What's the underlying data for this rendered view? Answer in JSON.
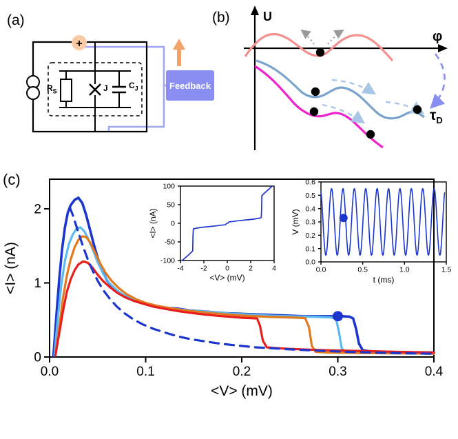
{
  "figure": {
    "background": "#ffffff"
  },
  "panel_a": {
    "label": "(a)",
    "plus": "+",
    "resistor": "R",
    "resistor_sub": "S",
    "junction": "J",
    "capacitor": "C",
    "capacitor_sub": "J",
    "feedback": "Feedback"
  },
  "panel_b": {
    "label": "(b)",
    "u_axis": "U",
    "phi_axis": "φ",
    "tau": "τ",
    "tau_sub": "D"
  },
  "panel_c": {
    "label": "(c)"
  },
  "colors": {
    "main_blue": "#1c35cc",
    "light_blue": "#5cb8f0",
    "orange": "#e2791e",
    "red": "#e81d1d",
    "pink_curve": "#f4908e",
    "steel_blue_curve": "#7aa3cc",
    "magenta_curve": "#ee22cc",
    "periwinkle": "#8a8ef2",
    "feedback_arrow_orange": "#f2a36b",
    "node_fill": "#f8c9a2",
    "dashed_guide_blue": "#a9c6e6",
    "grey_arrow": "#9a9a9a"
  },
  "chart_data": [
    {
      "id": "main",
      "type": "line",
      "title": "",
      "xlabel": "<V> (mV)",
      "ylabel": "<I> (nA)",
      "xlim": [
        0,
        0.4
      ],
      "ylim": [
        0,
        2.4
      ],
      "xticks": [
        0,
        0.1,
        0.2,
        0.3,
        0.4
      ],
      "xtick_labels": [
        "0.0",
        "0.1",
        "0.2",
        "0.3",
        "0.4"
      ],
      "yticks": [
        0,
        1,
        2
      ],
      "ytick_labels": [
        "0",
        "1",
        "2"
      ],
      "grid": false,
      "series": [
        {
          "name": "blue-solid",
          "color": "#1c35cc",
          "width": 3.6,
          "dash": "",
          "points": [
            [
              0.004,
              0.02
            ],
            [
              0.007,
              0.55
            ],
            [
              0.01,
              1.05
            ],
            [
              0.013,
              1.45
            ],
            [
              0.016,
              1.75
            ],
            [
              0.019,
              1.95
            ],
            [
              0.022,
              2.05
            ],
            [
              0.026,
              2.12
            ],
            [
              0.03,
              2.15
            ],
            [
              0.034,
              2.08
            ],
            [
              0.038,
              1.92
            ],
            [
              0.042,
              1.72
            ],
            [
              0.046,
              1.52
            ],
            [
              0.05,
              1.34
            ],
            [
              0.055,
              1.16
            ],
            [
              0.06,
              1.03
            ],
            [
              0.066,
              0.93
            ],
            [
              0.072,
              0.86
            ],
            [
              0.08,
              0.8
            ],
            [
              0.088,
              0.76
            ],
            [
              0.096,
              0.73
            ],
            [
              0.105,
              0.7
            ],
            [
              0.115,
              0.68
            ],
            [
              0.125,
              0.66
            ],
            [
              0.135,
              0.65
            ],
            [
              0.145,
              0.63
            ],
            [
              0.155,
              0.62
            ],
            [
              0.165,
              0.61
            ],
            [
              0.175,
              0.6
            ],
            [
              0.185,
              0.59
            ],
            [
              0.195,
              0.585
            ],
            [
              0.205,
              0.58
            ],
            [
              0.215,
              0.575
            ],
            [
              0.225,
              0.57
            ],
            [
              0.235,
              0.565
            ],
            [
              0.245,
              0.56
            ],
            [
              0.255,
              0.555
            ],
            [
              0.265,
              0.55
            ],
            [
              0.275,
              0.55
            ],
            [
              0.285,
              0.55
            ],
            [
              0.295,
              0.55
            ],
            [
              0.305,
              0.55
            ],
            [
              0.312,
              0.545
            ],
            [
              0.316,
              0.52
            ],
            [
              0.319,
              0.38
            ],
            [
              0.322,
              0.18
            ],
            [
              0.326,
              0.09
            ],
            [
              0.335,
              0.075
            ],
            [
              0.35,
              0.07
            ],
            [
              0.37,
              0.065
            ],
            [
              0.4,
              0.06
            ]
          ]
        },
        {
          "name": "light-blue-solid",
          "color": "#5cb8f0",
          "width": 3.2,
          "dash": "",
          "points": [
            [
              0.005,
              0.02
            ],
            [
              0.008,
              0.45
            ],
            [
              0.012,
              0.95
            ],
            [
              0.016,
              1.3
            ],
            [
              0.02,
              1.52
            ],
            [
              0.024,
              1.65
            ],
            [
              0.028,
              1.73
            ],
            [
              0.032,
              1.75
            ],
            [
              0.036,
              1.7
            ],
            [
              0.04,
              1.6
            ],
            [
              0.045,
              1.45
            ],
            [
              0.05,
              1.28
            ],
            [
              0.056,
              1.12
            ],
            [
              0.062,
              1.0
            ],
            [
              0.07,
              0.9
            ],
            [
              0.078,
              0.83
            ],
            [
              0.086,
              0.78
            ],
            [
              0.095,
              0.74
            ],
            [
              0.105,
              0.71
            ],
            [
              0.115,
              0.68
            ],
            [
              0.13,
              0.65
            ],
            [
              0.145,
              0.63
            ],
            [
              0.16,
              0.615
            ],
            [
              0.175,
              0.6
            ],
            [
              0.19,
              0.585
            ],
            [
              0.205,
              0.575
            ],
            [
              0.22,
              0.565
            ],
            [
              0.235,
              0.555
            ],
            [
              0.25,
              0.55
            ],
            [
              0.265,
              0.545
            ],
            [
              0.28,
              0.54
            ],
            [
              0.292,
              0.535
            ],
            [
              0.298,
              0.52
            ],
            [
              0.301,
              0.35
            ],
            [
              0.304,
              0.12
            ],
            [
              0.308,
              0.06
            ],
            [
              0.32,
              0.055
            ],
            [
              0.35,
              0.05
            ],
            [
              0.4,
              0.045
            ]
          ]
        },
        {
          "name": "orange-solid",
          "color": "#e2791e",
          "width": 3.2,
          "dash": "",
          "points": [
            [
              0.006,
              0.02
            ],
            [
              0.01,
              0.4
            ],
            [
              0.014,
              0.8
            ],
            [
              0.018,
              1.1
            ],
            [
              0.022,
              1.32
            ],
            [
              0.026,
              1.48
            ],
            [
              0.03,
              1.58
            ],
            [
              0.034,
              1.63
            ],
            [
              0.038,
              1.62
            ],
            [
              0.042,
              1.55
            ],
            [
              0.047,
              1.42
            ],
            [
              0.052,
              1.28
            ],
            [
              0.058,
              1.14
            ],
            [
              0.065,
              1.02
            ],
            [
              0.072,
              0.93
            ],
            [
              0.08,
              0.85
            ],
            [
              0.09,
              0.78
            ],
            [
              0.1,
              0.73
            ],
            [
              0.112,
              0.69
            ],
            [
              0.125,
              0.66
            ],
            [
              0.14,
              0.63
            ],
            [
              0.155,
              0.61
            ],
            [
              0.17,
              0.59
            ],
            [
              0.185,
              0.575
            ],
            [
              0.2,
              0.56
            ],
            [
              0.215,
              0.55
            ],
            [
              0.23,
              0.54
            ],
            [
              0.245,
              0.535
            ],
            [
              0.258,
              0.53
            ],
            [
              0.266,
              0.525
            ],
            [
              0.27,
              0.4
            ],
            [
              0.273,
              0.15
            ],
            [
              0.277,
              0.07
            ],
            [
              0.29,
              0.06
            ],
            [
              0.32,
              0.055
            ],
            [
              0.36,
              0.05
            ],
            [
              0.4,
              0.045
            ]
          ]
        },
        {
          "name": "red-solid",
          "color": "#e81d1d",
          "width": 3.2,
          "dash": "",
          "points": [
            [
              0.006,
              0.02
            ],
            [
              0.01,
              0.32
            ],
            [
              0.014,
              0.62
            ],
            [
              0.018,
              0.88
            ],
            [
              0.022,
              1.05
            ],
            [
              0.026,
              1.17
            ],
            [
              0.03,
              1.25
            ],
            [
              0.035,
              1.29
            ],
            [
              0.04,
              1.27
            ],
            [
              0.045,
              1.2
            ],
            [
              0.05,
              1.11
            ],
            [
              0.056,
              1.02
            ],
            [
              0.063,
              0.94
            ],
            [
              0.07,
              0.87
            ],
            [
              0.078,
              0.81
            ],
            [
              0.087,
              0.76
            ],
            [
              0.097,
              0.72
            ],
            [
              0.108,
              0.68
            ],
            [
              0.12,
              0.65
            ],
            [
              0.133,
              0.62
            ],
            [
              0.147,
              0.595
            ],
            [
              0.16,
              0.575
            ],
            [
              0.175,
              0.555
            ],
            [
              0.19,
              0.54
            ],
            [
              0.2,
              0.53
            ],
            [
              0.21,
              0.525
            ],
            [
              0.216,
              0.52
            ],
            [
              0.219,
              0.42
            ],
            [
              0.222,
              0.22
            ],
            [
              0.226,
              0.13
            ],
            [
              0.235,
              0.12
            ],
            [
              0.25,
              0.11
            ],
            [
              0.27,
              0.1
            ],
            [
              0.29,
              0.09
            ],
            [
              0.31,
              0.085
            ],
            [
              0.33,
              0.08
            ],
            [
              0.36,
              0.07
            ],
            [
              0.4,
              0.06
            ]
          ]
        },
        {
          "name": "blue-dashed-theory",
          "color": "#1c35cc",
          "width": 3.2,
          "dash": "13 9",
          "points": [
            [
              0.021,
              2.02
            ],
            [
              0.024,
              1.92
            ],
            [
              0.028,
              1.76
            ],
            [
              0.032,
              1.6
            ],
            [
              0.036,
              1.45
            ],
            [
              0.04,
              1.31
            ],
            [
              0.045,
              1.16
            ],
            [
              0.05,
              1.03
            ],
            [
              0.056,
              0.9
            ],
            [
              0.063,
              0.78
            ],
            [
              0.07,
              0.68
            ],
            [
              0.078,
              0.59
            ],
            [
              0.087,
              0.51
            ],
            [
              0.097,
              0.44
            ],
            [
              0.108,
              0.38
            ],
            [
              0.12,
              0.33
            ],
            [
              0.133,
              0.28
            ],
            [
              0.147,
              0.24
            ],
            [
              0.162,
              0.21
            ],
            [
              0.178,
              0.18
            ],
            [
              0.195,
              0.155
            ],
            [
              0.215,
              0.13
            ],
            [
              0.235,
              0.115
            ],
            [
              0.255,
              0.1
            ],
            [
              0.28,
              0.085
            ],
            [
              0.31,
              0.07
            ],
            [
              0.34,
              0.06
            ],
            [
              0.37,
              0.05
            ],
            [
              0.4,
              0.045
            ]
          ]
        }
      ],
      "markers": [
        {
          "x": 0.3,
          "y": 0.55,
          "color": "#1c35cc",
          "r": 7.5
        }
      ]
    },
    {
      "id": "inset_iv",
      "type": "line",
      "title": "",
      "xlabel": "<V> (mV)",
      "ylabel": "<I> (nA)",
      "xlim": [
        -4,
        4
      ],
      "ylim": [
        -100,
        100
      ],
      "xticks": [
        -4,
        -2,
        0,
        2,
        4
      ],
      "xtick_labels": [
        "-4",
        "-2",
        "0",
        "2",
        "4"
      ],
      "yticks": [
        -100,
        -50,
        0,
        50,
        100
      ],
      "ytick_labels": [
        "-100",
        "-50",
        "0",
        "50",
        "100"
      ],
      "grid": false,
      "series": [
        {
          "name": "iv-curve",
          "color": "#1c35cc",
          "width": 1.7,
          "dash": "",
          "points": [
            [
              -3.85,
              -100
            ],
            [
              -3.6,
              -93
            ],
            [
              -3.3,
              -85
            ],
            [
              -3.05,
              -77
            ],
            [
              -2.95,
              -74
            ],
            [
              -2.93,
              -35
            ],
            [
              -2.9,
              -15
            ],
            [
              -2.6,
              -13
            ],
            [
              -2.2,
              -11
            ],
            [
              -1.6,
              -9
            ],
            [
              -1.0,
              -7
            ],
            [
              -0.5,
              -5
            ],
            [
              -0.15,
              -4
            ],
            [
              -0.08,
              -1
            ],
            [
              0.08,
              1
            ],
            [
              0.15,
              4
            ],
            [
              0.5,
              5
            ],
            [
              1.0,
              7
            ],
            [
              1.6,
              9
            ],
            [
              2.2,
              11
            ],
            [
              2.6,
              13
            ],
            [
              2.9,
              15
            ],
            [
              2.93,
              35
            ],
            [
              2.95,
              74
            ],
            [
              3.05,
              77
            ],
            [
              3.3,
              85
            ],
            [
              3.6,
              93
            ],
            [
              3.85,
              100
            ]
          ]
        }
      ],
      "markers": []
    },
    {
      "id": "inset_time",
      "type": "line",
      "title": "",
      "xlabel": "t (ms)",
      "ylabel": "V (mV)",
      "xlim": [
        0,
        1.5
      ],
      "ylim": [
        0,
        0.6
      ],
      "xticks": [
        0,
        0.5,
        1.0,
        1.5
      ],
      "xtick_labels": [
        "0.0",
        "0.5",
        "1.0",
        "1.5"
      ],
      "yticks": [
        0,
        0.1,
        0.2,
        0.3,
        0.4,
        0.5,
        0.6
      ],
      "ytick_labels": [
        "0.0",
        "0.1",
        "0.2",
        "0.3",
        "0.4",
        "0.5",
        "0.6"
      ],
      "grid": false,
      "series": [
        {
          "name": "voltage-oscillation",
          "color": "#1c35cc",
          "width": 1.6,
          "dash": "",
          "waveform": {
            "offset": 0.3,
            "amplitude": 0.25,
            "period_ms": 0.1364,
            "phase": 2.0,
            "t_range": [
              0,
              1.48
            ],
            "samples": 420
          }
        }
      ],
      "markers": [
        {
          "x": 0.27,
          "y": 0.33,
          "color": "#1c35cc",
          "r": 6
        }
      ]
    }
  ]
}
